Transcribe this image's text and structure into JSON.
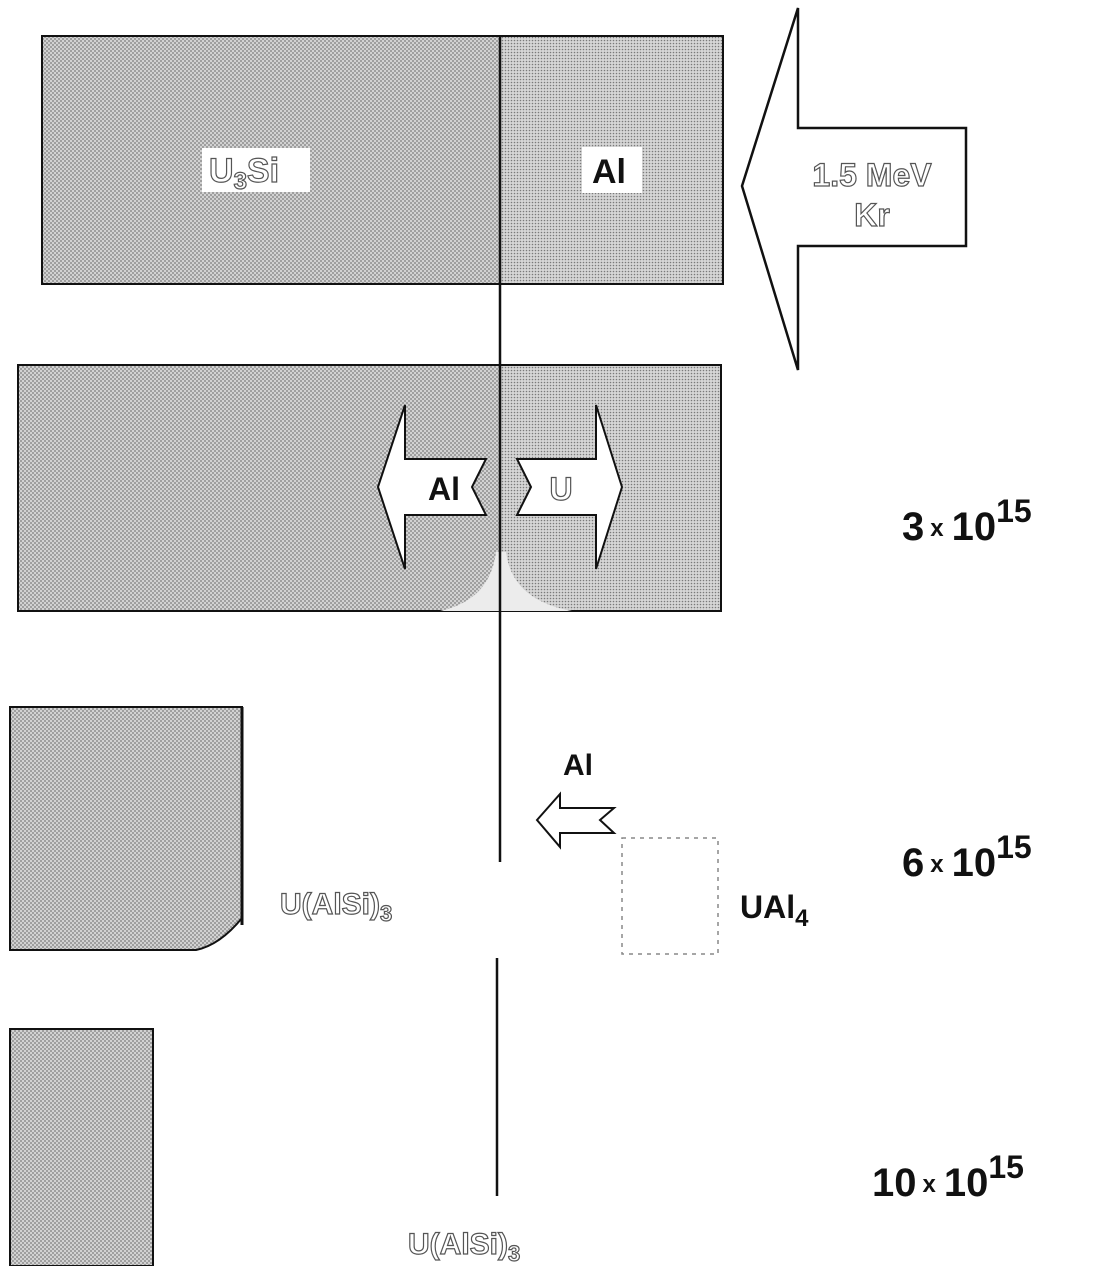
{
  "diagram": {
    "beam": {
      "label_line1": "1.5 MeV",
      "label_line2": "Kr"
    },
    "stage1": {
      "left_label": "U",
      "left_label_sub": "3",
      "left_label_tail": "Si",
      "right_label": "Al"
    },
    "stage2": {
      "arrow_left_label": "Al",
      "arrow_right_label": "U",
      "dose_base": "3",
      "dose_times": "x",
      "dose_mant": "10",
      "dose_exp": "15"
    },
    "stage3": {
      "arrow_label": "Al",
      "phase_left": "U(AlSi)",
      "phase_left_sub": "3",
      "phase_right": "UAl",
      "phase_right_sub": "4",
      "dose_base": "6",
      "dose_times": "x",
      "dose_mant": "10",
      "dose_exp": "15"
    },
    "stage4": {
      "phase_label": "U(AlSi)",
      "phase_label_sub": "3",
      "dose_base": "10",
      "dose_times": "x",
      "dose_mant": "10",
      "dose_exp": "15"
    }
  },
  "colors": {
    "ink": "#111111",
    "fill_dot": "#8a8a8a",
    "fill_bg": "#d2d2d2"
  }
}
